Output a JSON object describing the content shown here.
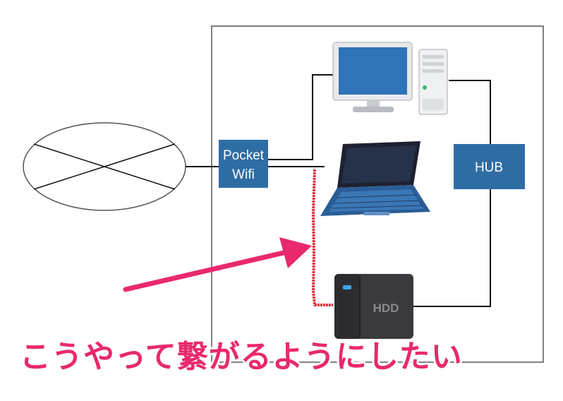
{
  "diagram": {
    "nodes": {
      "pocket_wifi": {
        "line1": "Pocket",
        "line2": "Wifi",
        "color": "#2e6da4"
      },
      "hub": {
        "label": "HUB",
        "color": "#2e6da4"
      },
      "hdd": {
        "label": "HDD"
      }
    },
    "colors": {
      "desktop_screen": "#2f73b8",
      "laptop_body": "#2a5d96",
      "highlight": "#e8296d",
      "red_line": "#e0323b"
    }
  },
  "caption": "こうやって繋がるようにしたい"
}
